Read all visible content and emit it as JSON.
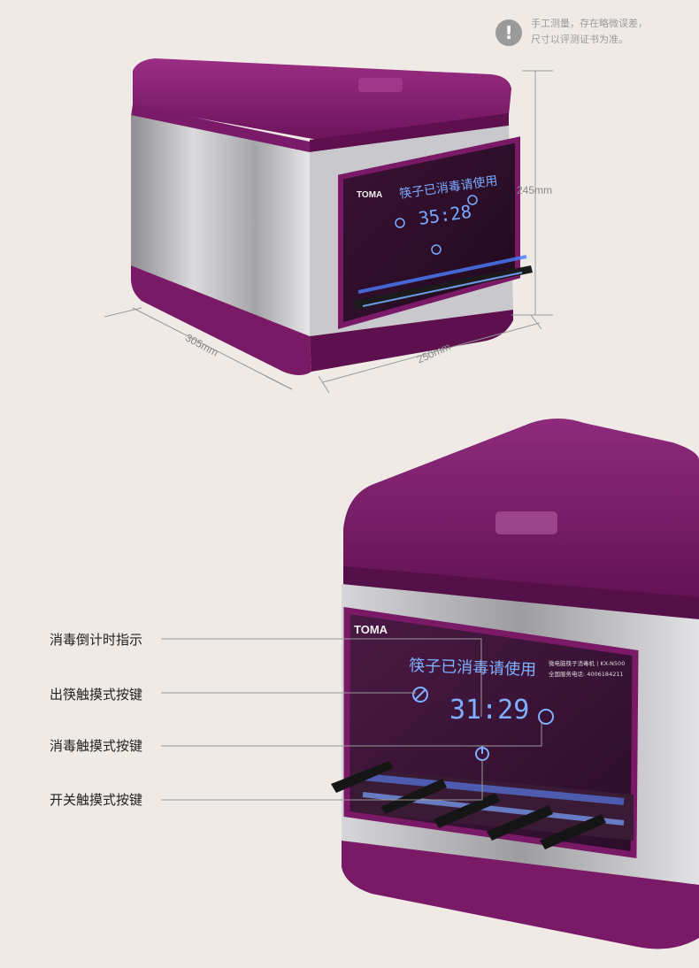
{
  "notice": {
    "icon": "exclamation-icon",
    "line1": "手工测量，存在略微误差，",
    "line2": "尺寸以评测证书为准。"
  },
  "dimensions": {
    "height": "245mm",
    "width": "305mm",
    "depth": "250mm"
  },
  "product_top": {
    "brand": "TOMA",
    "display_text": "筷子已消毒请使用",
    "timer": "35:28"
  },
  "product_bottom": {
    "brand": "TOMA",
    "display_text": "筷子已消毒请使用",
    "timer": "31:29",
    "model_line1": "微电脑筷子消毒机 | KX-N500",
    "model_line2": "全国服务电话: 4006184211"
  },
  "callouts": [
    "消毒倒计时指示",
    "出筷触摸式按键",
    "消毒触摸式按键",
    "开关触摸式按键"
  ],
  "colors": {
    "background": "#efeae5",
    "purple": "#7a1a66",
    "steel": "#b8b8bc",
    "lcd_blue": "#6fa8ff"
  }
}
